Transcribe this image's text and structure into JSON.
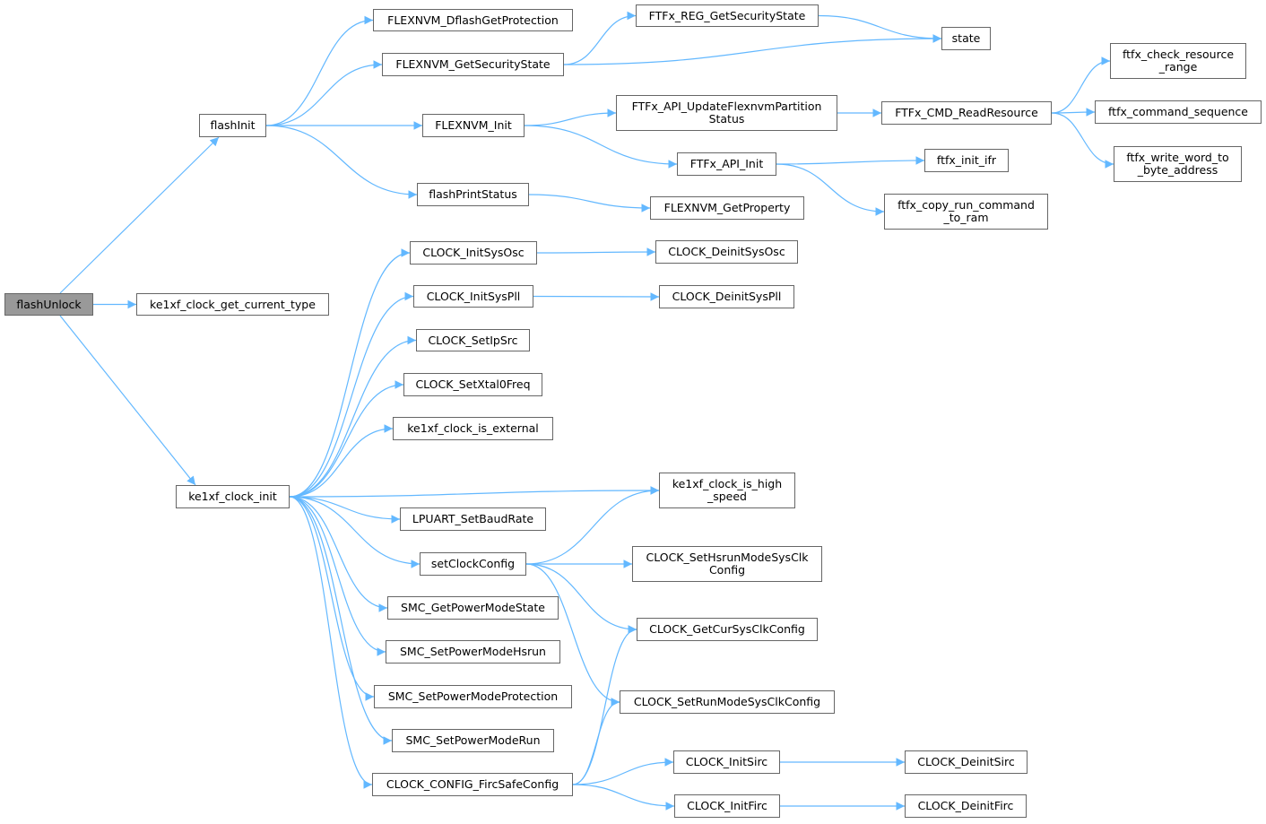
{
  "title": "flashUnlock call graph",
  "colors": {
    "edge": "#63b8ff",
    "node_border": "#666666",
    "root_fill": "#999999"
  },
  "nodes": {
    "flashUnlock": "flashUnlock",
    "ke1xf_clock_get_current_type": "ke1xf_clock_get_current_type",
    "flashInit": "flashInit",
    "ke1xf_clock_init": "ke1xf_clock_init",
    "FLEXNVM_DflashGetProtection": "FLEXNVM_DflashGetProtection",
    "FLEXNVM_GetSecurityState": "FLEXNVM_GetSecurityState",
    "FLEXNVM_Init": "FLEXNVM_Init",
    "flashPrintStatus": "flashPrintStatus",
    "FTFx_REG_GetSecurityState": "FTFx_REG_GetSecurityState",
    "state": "state",
    "FTFx_API_UpdateFlexnvmPartitionStatus": "FTFx_API_UpdateFlexnvmPartition\nStatus",
    "FTFx_CMD_ReadResource": "FTFx_CMD_ReadResource",
    "ftfx_check_resource_range": "ftfx_check_resource\n_range",
    "ftfx_command_sequence": "ftfx_command_sequence",
    "ftfx_write_word_to_byte_address": "ftfx_write_word_to\n_byte_address",
    "FTFx_API_Init": "FTFx_API_Init",
    "ftfx_init_ifr": "ftfx_init_ifr",
    "ftfx_copy_run_command_to_ram": "ftfx_copy_run_command\n_to_ram",
    "FLEXNVM_GetProperty": "FLEXNVM_GetProperty",
    "CLOCK_InitSysOsc": "CLOCK_InitSysOsc",
    "CLOCK_DeinitSysOsc": "CLOCK_DeinitSysOsc",
    "CLOCK_InitSysPll": "CLOCK_InitSysPll",
    "CLOCK_DeinitSysPll": "CLOCK_DeinitSysPll",
    "CLOCK_SetIpSrc": "CLOCK_SetIpSrc",
    "CLOCK_SetXtal0Freq": "CLOCK_SetXtal0Freq",
    "ke1xf_clock_is_external": "ke1xf_clock_is_external",
    "ke1xf_clock_is_high_speed": "ke1xf_clock_is_high\n_speed",
    "LPUART_SetBaudRate": "LPUART_SetBaudRate",
    "setClockConfig": "setClockConfig",
    "CLOCK_SetHsrunModeSysClkConfig": "CLOCK_SetHsrunModeSysClk\nConfig",
    "SMC_GetPowerModeState": "SMC_GetPowerModeState",
    "CLOCK_GetCurSysClkConfig": "CLOCK_GetCurSysClkConfig",
    "SMC_SetPowerModeHsrun": "SMC_SetPowerModeHsrun",
    "SMC_SetPowerModeProtection": "SMC_SetPowerModeProtection",
    "CLOCK_SetRunModeSysClkConfig": "CLOCK_SetRunModeSysClkConfig",
    "SMC_SetPowerModeRun": "SMC_SetPowerModeRun",
    "CLOCK_CONFIG_FircSafeConfig": "CLOCK_CONFIG_FircSafeConfig",
    "CLOCK_InitSirc": "CLOCK_InitSirc",
    "CLOCK_DeinitSirc": "CLOCK_DeinitSirc",
    "CLOCK_InitFirc": "CLOCK_InitFirc",
    "CLOCK_DeinitFirc": "CLOCK_DeinitFirc"
  },
  "edges": [
    [
      "flashUnlock",
      "flashInit"
    ],
    [
      "flashUnlock",
      "ke1xf_clock_get_current_type"
    ],
    [
      "flashUnlock",
      "ke1xf_clock_init"
    ],
    [
      "flashInit",
      "FLEXNVM_DflashGetProtection"
    ],
    [
      "flashInit",
      "FLEXNVM_GetSecurityState"
    ],
    [
      "flashInit",
      "FLEXNVM_Init"
    ],
    [
      "flashInit",
      "flashPrintStatus"
    ],
    [
      "FLEXNVM_GetSecurityState",
      "FTFx_REG_GetSecurityState"
    ],
    [
      "FLEXNVM_GetSecurityState",
      "state"
    ],
    [
      "FTFx_REG_GetSecurityState",
      "state"
    ],
    [
      "FLEXNVM_Init",
      "FTFx_API_UpdateFlexnvmPartitionStatus"
    ],
    [
      "FLEXNVM_Init",
      "FTFx_API_Init"
    ],
    [
      "FTFx_API_UpdateFlexnvmPartitionStatus",
      "FTFx_CMD_ReadResource"
    ],
    [
      "FTFx_CMD_ReadResource",
      "ftfx_check_resource_range"
    ],
    [
      "FTFx_CMD_ReadResource",
      "ftfx_command_sequence"
    ],
    [
      "FTFx_CMD_ReadResource",
      "ftfx_write_word_to_byte_address"
    ],
    [
      "FTFx_API_Init",
      "ftfx_init_ifr"
    ],
    [
      "FTFx_API_Init",
      "ftfx_copy_run_command_to_ram"
    ],
    [
      "flashPrintStatus",
      "FLEXNVM_GetProperty"
    ],
    [
      "ke1xf_clock_init",
      "CLOCK_InitSysOsc"
    ],
    [
      "ke1xf_clock_init",
      "CLOCK_InitSysPll"
    ],
    [
      "ke1xf_clock_init",
      "CLOCK_SetIpSrc"
    ],
    [
      "ke1xf_clock_init",
      "CLOCK_SetXtal0Freq"
    ],
    [
      "ke1xf_clock_init",
      "ke1xf_clock_is_external"
    ],
    [
      "ke1xf_clock_init",
      "ke1xf_clock_is_high_speed"
    ],
    [
      "ke1xf_clock_init",
      "LPUART_SetBaudRate"
    ],
    [
      "ke1xf_clock_init",
      "setClockConfig"
    ],
    [
      "ke1xf_clock_init",
      "SMC_GetPowerModeState"
    ],
    [
      "ke1xf_clock_init",
      "SMC_SetPowerModeHsrun"
    ],
    [
      "ke1xf_clock_init",
      "SMC_SetPowerModeProtection"
    ],
    [
      "ke1xf_clock_init",
      "SMC_SetPowerModeRun"
    ],
    [
      "ke1xf_clock_init",
      "CLOCK_CONFIG_FircSafeConfig"
    ],
    [
      "CLOCK_InitSysOsc",
      "CLOCK_DeinitSysOsc"
    ],
    [
      "CLOCK_InitSysPll",
      "CLOCK_DeinitSysPll"
    ],
    [
      "setClockConfig",
      "ke1xf_clock_is_high_speed"
    ],
    [
      "setClockConfig",
      "CLOCK_SetHsrunModeSysClkConfig"
    ],
    [
      "setClockConfig",
      "CLOCK_GetCurSysClkConfig"
    ],
    [
      "setClockConfig",
      "CLOCK_SetRunModeSysClkConfig"
    ],
    [
      "CLOCK_CONFIG_FircSafeConfig",
      "CLOCK_GetCurSysClkConfig"
    ],
    [
      "CLOCK_CONFIG_FircSafeConfig",
      "CLOCK_SetRunModeSysClkConfig"
    ],
    [
      "CLOCK_CONFIG_FircSafeConfig",
      "CLOCK_InitSirc"
    ],
    [
      "CLOCK_CONFIG_FircSafeConfig",
      "CLOCK_InitFirc"
    ],
    [
      "CLOCK_InitSirc",
      "CLOCK_DeinitSirc"
    ],
    [
      "CLOCK_InitFirc",
      "CLOCK_DeinitFirc"
    ]
  ]
}
